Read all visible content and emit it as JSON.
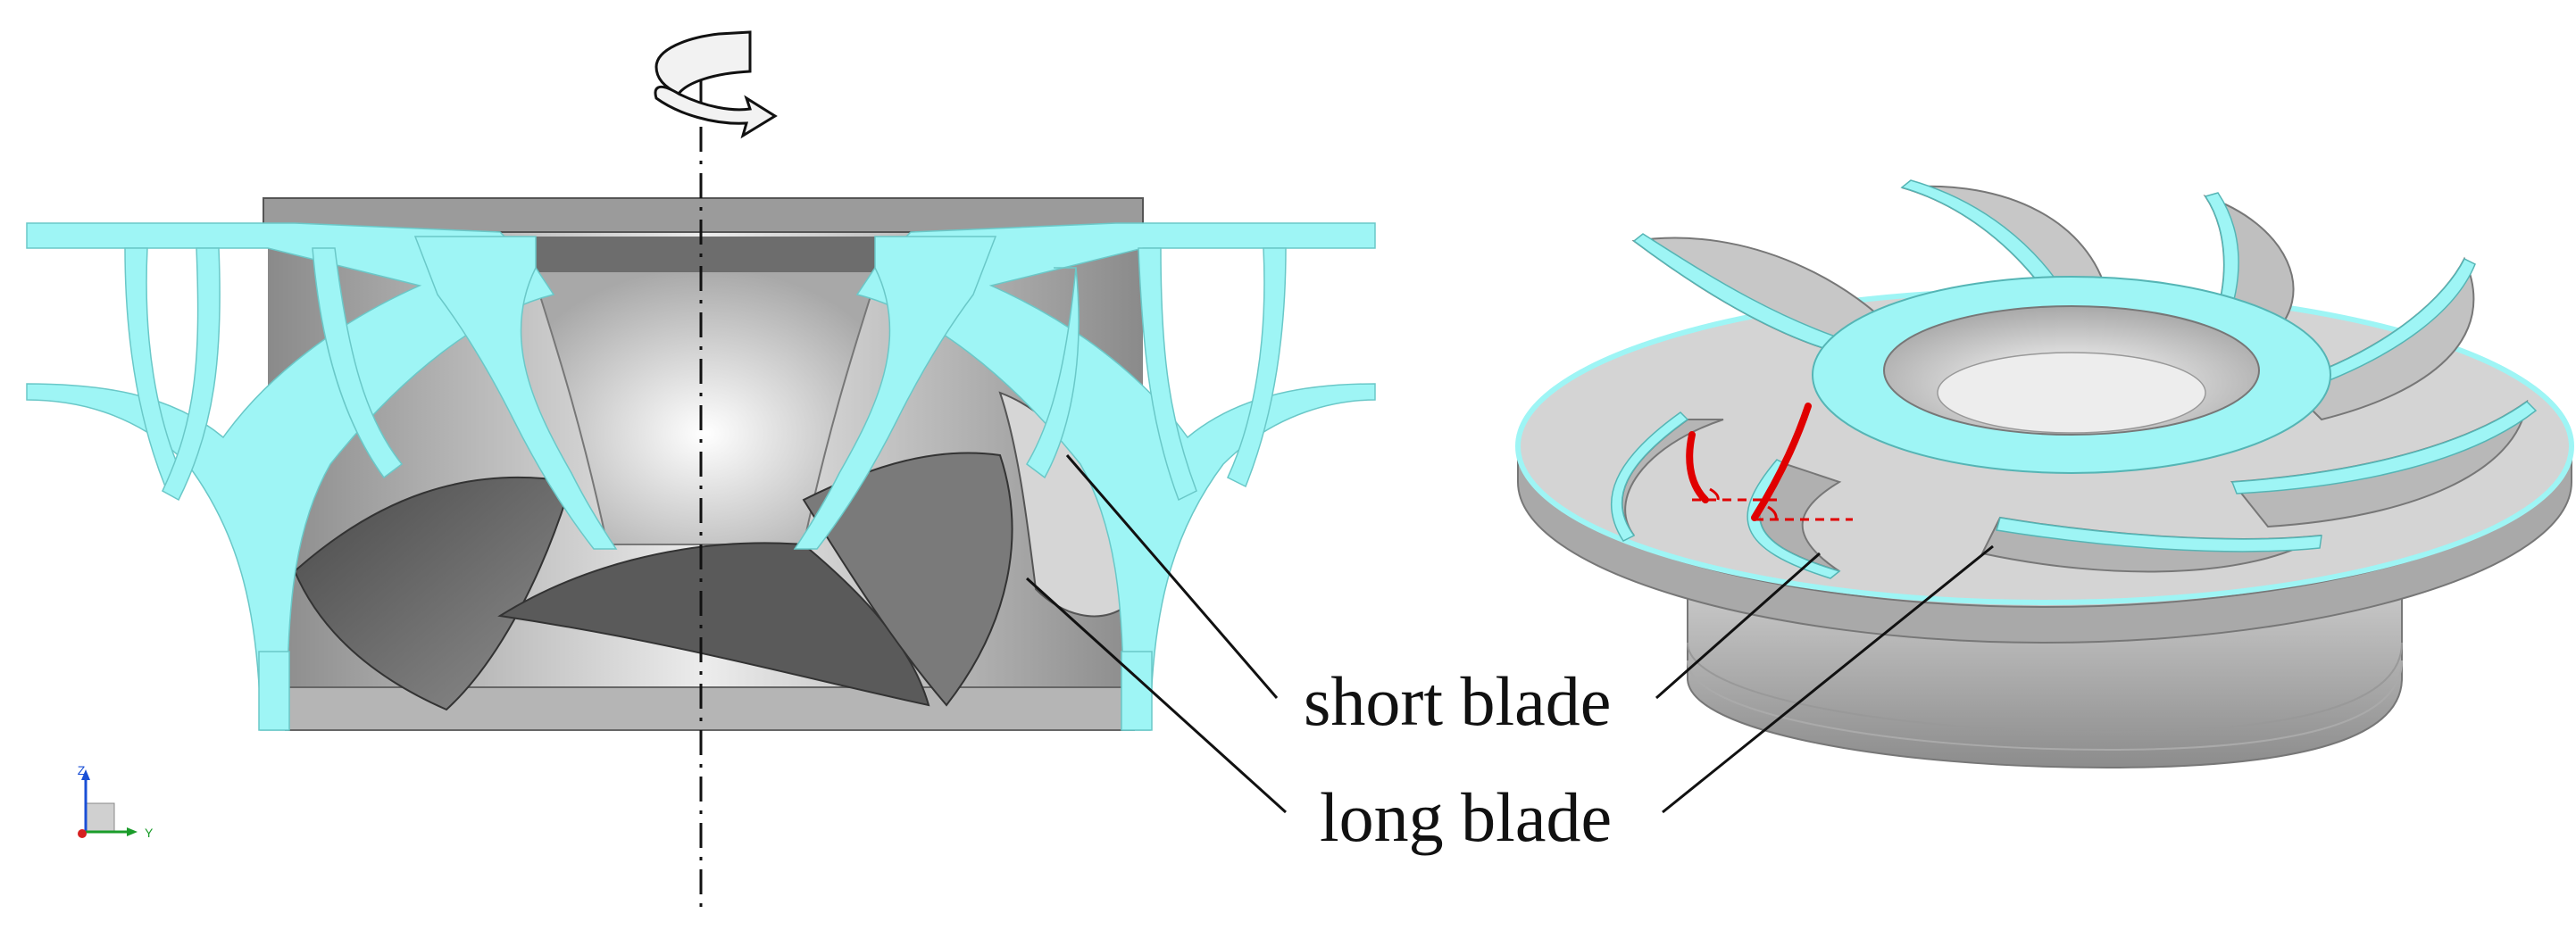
{
  "labels": {
    "short_blade": "short blade",
    "long_blade": "long blade"
  },
  "triad": {
    "z": "Z",
    "y": "Y"
  },
  "colors": {
    "cut_section": "#9ef5f5",
    "metal_light": "#d9d9d9",
    "metal_mid": "#9a9a9a",
    "metal_dark": "#5c5c5c",
    "highlight": "#e00000"
  }
}
